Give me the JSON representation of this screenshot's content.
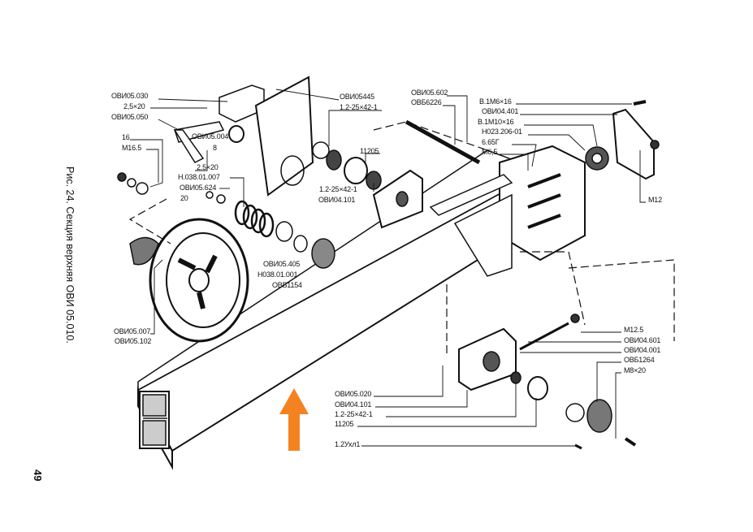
{
  "caption": "Рис. 24. Секция верхняя ОВИ 05.010.",
  "page_number": "49",
  "arrow_color": "#f58220",
  "labels": {
    "l1": "ОВИ05.030",
    "l2": "2,5×20",
    "l3": "ОВИ05.050",
    "l4": "16",
    "l5": "M16.5",
    "l6": "ОВИ05.004",
    "l7": "8",
    "l8": "2.5×20",
    "l9": "Н.038.01.007",
    "l10": "ОВИ05.624",
    "l11": "20",
    "l12": "ОВИ05.007",
    "l13": "ОВИ05.102",
    "l14": "ОВИ05.405",
    "l15": "Н038.01.001",
    "l16": "ОВБ1154",
    "l17": "ОВИ05445",
    "l18": "1.2-25×42-1",
    "l19": "11205",
    "l20": "1.2-25×42-1",
    "l21": "ОВИ04.101",
    "l22": "ОВИ05.602",
    "l23": "ОВБ6226",
    "l24": "В.1М6×16",
    "l25": "ОВИ04.401",
    "l26": "В.1М10×16",
    "l27": "Н023.206-01",
    "l28": "6.65Г",
    "l29": "М6,5",
    "l30": "М12",
    "l31": "M12.5",
    "l32": "ОВИ04.601",
    "l33": "ОВИ04.001",
    "l34": "ОВБ1264",
    "l35": "M8×20",
    "l36": "ОВИ05.020",
    "l37": "ОВИ04.101",
    "l38": "1.2-25×42-1",
    "l39": "11205",
    "l40": "1.2Ухл1"
  }
}
